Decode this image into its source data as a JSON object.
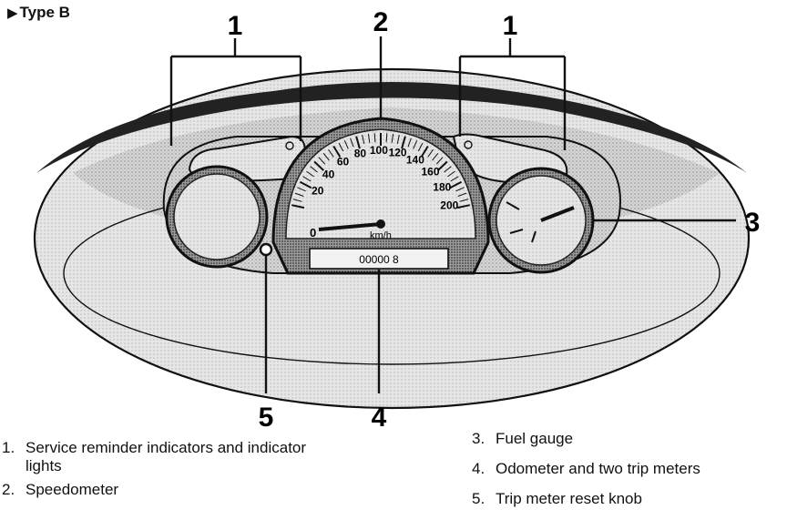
{
  "header": {
    "type_label": "Type B"
  },
  "callouts": [
    "1",
    "2",
    "1",
    "3",
    "4",
    "5"
  ],
  "speedometer": {
    "scale": [
      "20",
      "40",
      "60",
      "80",
      "100",
      "120",
      "140",
      "160",
      "180",
      "200"
    ],
    "zero_label": "0",
    "unit": "km/h",
    "odometer_reading": "00000 8"
  },
  "legend": {
    "left": [
      {
        "num": "1.",
        "text": "Service reminder indicators and indicator lights"
      },
      {
        "num": "2.",
        "text": "Speedometer"
      }
    ],
    "right": [
      {
        "num": "3.",
        "text": "Fuel gauge"
      },
      {
        "num": "4.",
        "text": "Odometer and two trip meters"
      },
      {
        "num": "5.",
        "text": "Trip meter reset knob"
      }
    ]
  }
}
